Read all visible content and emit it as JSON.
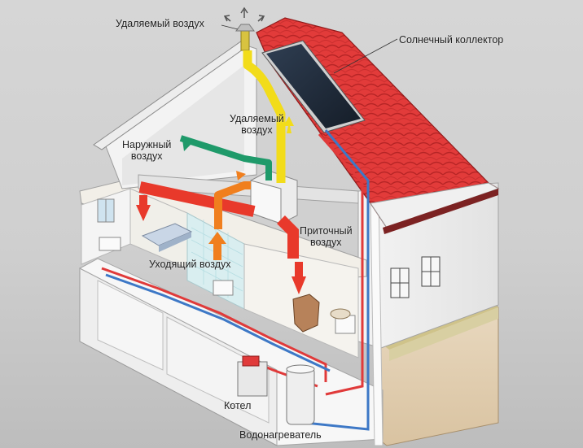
{
  "labels": {
    "exhaust_top": "Удаляемый воздух",
    "solar_collector": "Солнечный коллектор",
    "exhaust_attic_line1": "Удаляемый",
    "exhaust_attic_line2": "воздух",
    "outdoor_line1": "Наружный",
    "outdoor_line2": "воздух",
    "supply_line1": "Приточный",
    "supply_line2": "воздух",
    "extract_air": "Уходящий воздух",
    "boiler": "Котел",
    "water_heater": "Водонагреватель"
  },
  "colors": {
    "supply_air": "#e8392b",
    "exhaust_air": "#f2dc1a",
    "outdoor_air": "#1f9a6a",
    "extract_air": "#f07f1e",
    "hot_pipe": "#e03a3a",
    "cold_pipe": "#3d78c6",
    "roof": "#e23b3a",
    "solar_panel": "#1e2a3a"
  }
}
